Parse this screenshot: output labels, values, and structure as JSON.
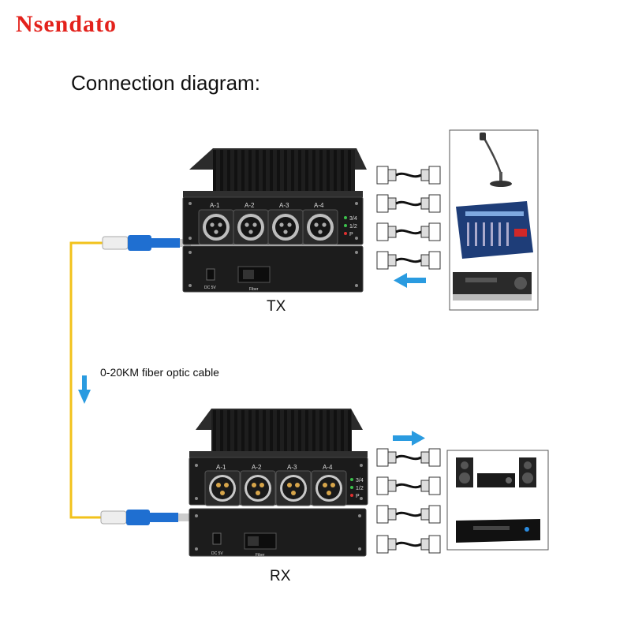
{
  "brand": {
    "name": "Nsendato"
  },
  "heading": "Connection diagram:",
  "cable_label": "0-20KM fiber optic cable",
  "tx": {
    "caption": "TX",
    "ports": [
      "A-1",
      "A-2",
      "A-3",
      "A-4"
    ],
    "leds": [
      "3/4",
      "1/2",
      "P"
    ],
    "power_label": "DC 5V",
    "fiber_label": "Fiber"
  },
  "rx": {
    "caption": "RX",
    "ports": [
      "A-1",
      "A-2",
      "A-3",
      "A-4"
    ],
    "leds": [
      "3/4",
      "1/2",
      "P"
    ],
    "power_label": "DC 5V",
    "fiber_label": "Fiber"
  },
  "colors": {
    "brand": "#e3221c",
    "fiber": "#f2c21b",
    "connector": "#1f6fd1",
    "arrow": "#2a9be0",
    "device": "#1b1b1b"
  },
  "icons": [
    "microphone-icon",
    "mixer-icon",
    "amplifier-icon",
    "speakers-icon",
    "dvd-player-icon",
    "xlr-cable-icon",
    "arrow-icon"
  ]
}
